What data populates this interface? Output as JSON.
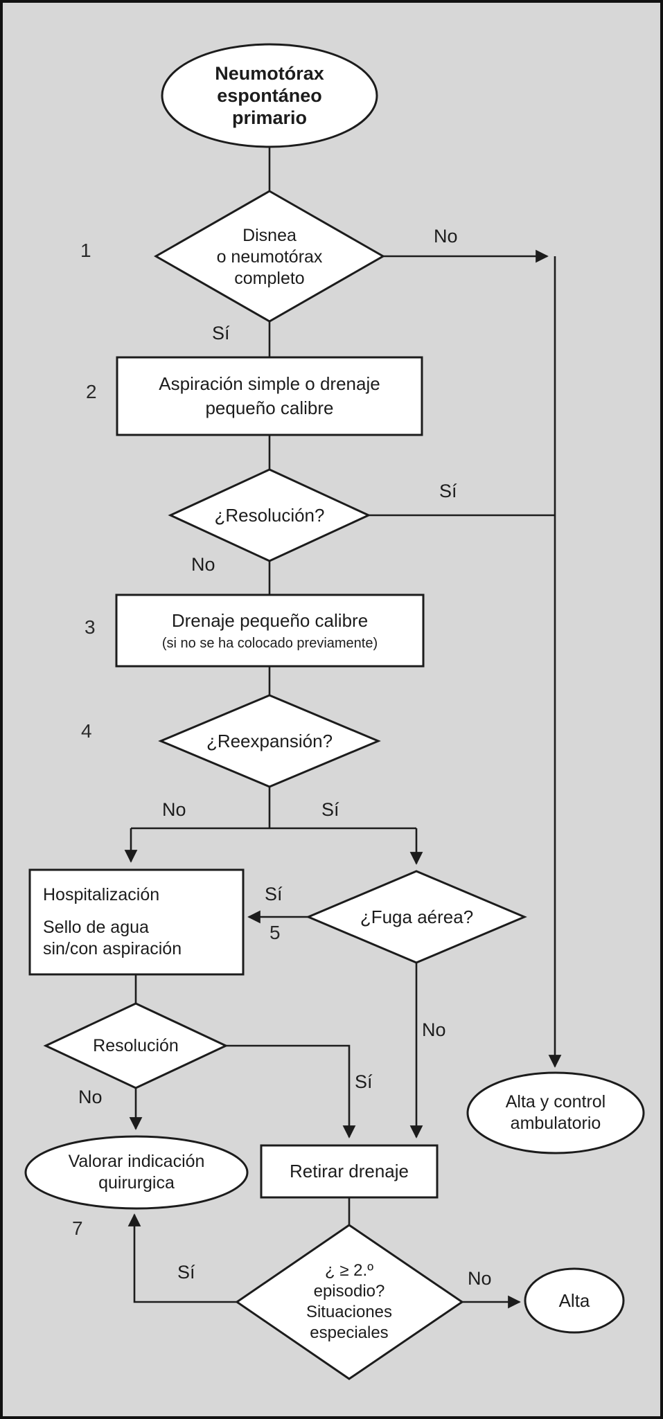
{
  "colors": {
    "background": "#d7d7d7",
    "ink": "#1c1c1c",
    "shape_fill": "#ffffff"
  },
  "nodes": {
    "start": "Neumotórax\nespontáneo\nprimario",
    "dyspnea": "Disnea\no neumotórax\ncompleto",
    "aspiration": "Aspiración simple o drenaje\npequeño calibre",
    "resolution1": "¿Resolución?",
    "drainage_title": "Drenaje pequeño calibre",
    "drainage_note": "(si no se ha colocado previamente)",
    "reexpansion": "¿Reexpansión?",
    "hospitalization": "Hospitalización",
    "water_seal": "Sello de agua\nsin/con aspiración",
    "air_leak": "¿Fuga aérea?",
    "resolution2": "Resolución",
    "surgical": "Valorar indicación\nquirurgica",
    "remove_drain": "Retirar drenaje",
    "discharge_followup": "Alta y control\nambulatorio",
    "second_episode": "¿ ≥ 2.º\nepisodio?\nSituaciones\nespeciales",
    "discharge": "Alta"
  },
  "edges": {
    "dyspnea_no": "No",
    "dyspnea_yes": "Sí",
    "resolution1_yes": "Sí",
    "resolution1_no": "No",
    "reexpansion_no": "No",
    "reexpansion_yes": "Sí",
    "airleak_yes": "Sí",
    "airleak_no": "No",
    "resolution2_yes": "Sí",
    "resolution2_no": "No",
    "episode_yes": "Sí",
    "episode_no": "No"
  },
  "steps": {
    "n1": "1",
    "n2": "2",
    "n3": "3",
    "n4": "4",
    "n5": "5",
    "n7": "7"
  }
}
